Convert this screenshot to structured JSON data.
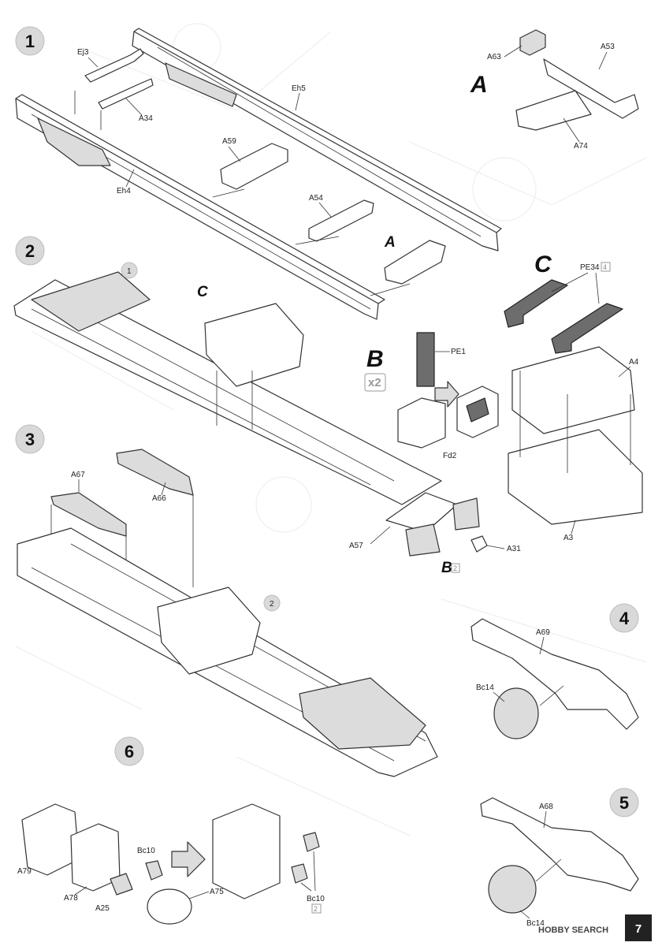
{
  "steps": {
    "s1": "1",
    "s2": "2",
    "s3": "3",
    "s4": "4",
    "s5": "5",
    "s6": "6"
  },
  "subassemblies": {
    "A": "A",
    "B": "B",
    "C": "C",
    "B_qty": "x2"
  },
  "parts": {
    "Ej3": "Ej3",
    "A34": "A34",
    "Eh5": "Eh5",
    "Eh4": "Eh4",
    "A59": "A59",
    "A54": "A54",
    "A63": "A63",
    "A53": "A53",
    "A74": "A74",
    "PE34": "PE34",
    "PE34_qty": "4",
    "A4": "A4",
    "A3": "A3",
    "PE1": "PE1",
    "Fd2": "Fd2",
    "A67": "A67",
    "A66": "A66",
    "A57": "A57",
    "A31": "A31",
    "B_small_qty": "2",
    "A69": "A69",
    "Bc14": "Bc14",
    "A68": "A68",
    "Bc14b": "Bc14",
    "A79": "A79",
    "A78": "A78",
    "Bc10": "Bc10",
    "A25": "A25",
    "A75": "A75",
    "Bc10b": "Bc10",
    "Bc10b_qty": "2"
  },
  "callouts": {
    "c1": "1",
    "c2": "2"
  },
  "footer": {
    "logo": "HOBBY SEARCH",
    "page": "7"
  }
}
